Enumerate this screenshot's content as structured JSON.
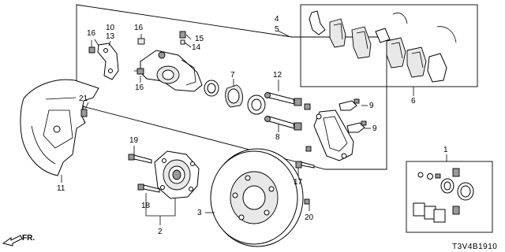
{
  "diagram_code": "T3V4B1910",
  "direction": {
    "label": "FR."
  },
  "callouts": {
    "c1": "1",
    "c2": "2",
    "c3": "3",
    "c4": "4",
    "c5": "5",
    "c6": "6",
    "c7": "7",
    "c8": "8",
    "c9a": "9",
    "c9b": "9",
    "c10": "10",
    "c11": "11",
    "c12": "12",
    "c13": "13",
    "c14": "14",
    "c15": "15",
    "c16a": "16",
    "c16b": "16",
    "c17": "17",
    "c18": "18",
    "c19": "19",
    "c20": "20",
    "c21": "21"
  }
}
